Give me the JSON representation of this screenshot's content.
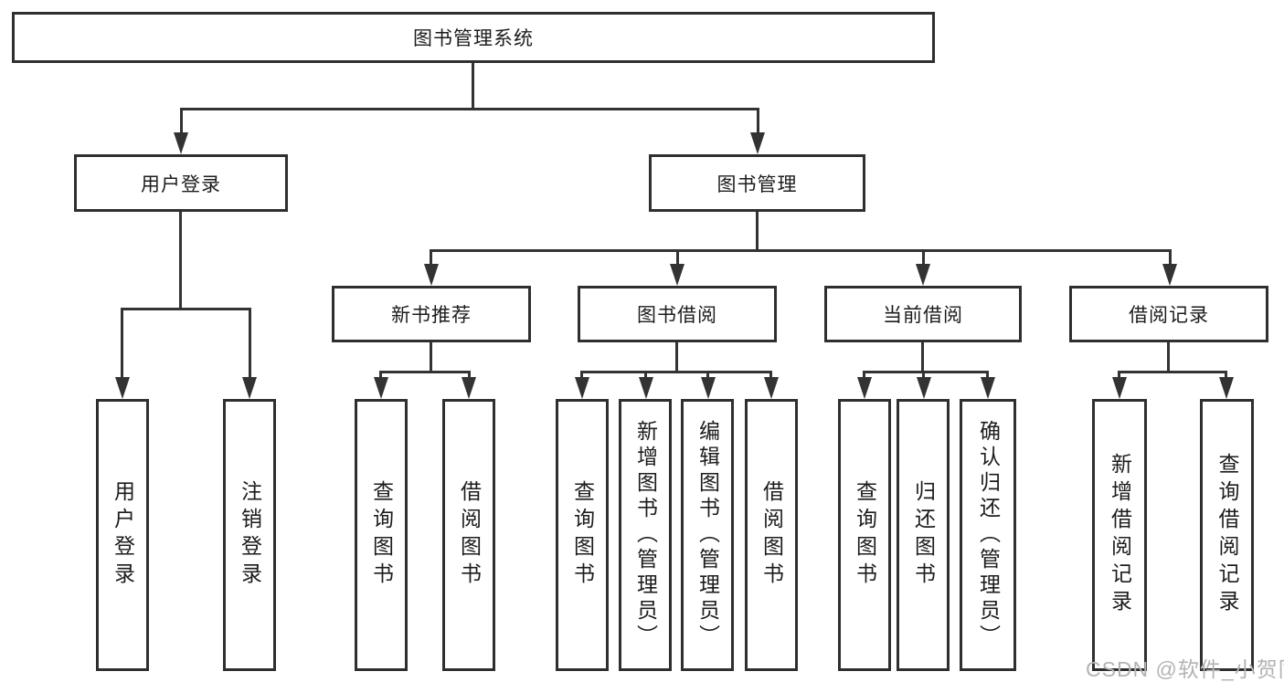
{
  "diagram": {
    "root": {
      "label": "图书管理系统"
    },
    "level2": [
      {
        "label": "用户登录"
      },
      {
        "label": "图书管理"
      }
    ],
    "level3": [
      {
        "label": "新书推荐"
      },
      {
        "label": "图书借阅"
      },
      {
        "label": "当前借阅"
      },
      {
        "label": "借阅记录"
      }
    ],
    "leaves": {
      "user_login": [
        {
          "label": "用户登录"
        },
        {
          "label": "注销登录"
        }
      ],
      "new_books": [
        {
          "label": "查询图书"
        },
        {
          "label": "借阅图书"
        }
      ],
      "book_borrow": [
        {
          "label": "查询图书"
        },
        {
          "label": "新增图书（管理员）"
        },
        {
          "label": "编辑图书（管理员）"
        },
        {
          "label": "借阅图书"
        }
      ],
      "current_borrow": [
        {
          "label": "查询图书"
        },
        {
          "label": "归还图书"
        },
        {
          "label": "确认归还（管理员）"
        }
      ],
      "borrow_records": [
        {
          "label": "新增借阅记录"
        },
        {
          "label": "查询借阅记录"
        }
      ]
    },
    "watermark": "CSDN @软件_小贺同学",
    "colors": {
      "line": "#333333",
      "border": "#2f2f2f",
      "text": "#1c1c1c",
      "watermark": "#b3b3b3",
      "background": "#ffffff"
    }
  }
}
